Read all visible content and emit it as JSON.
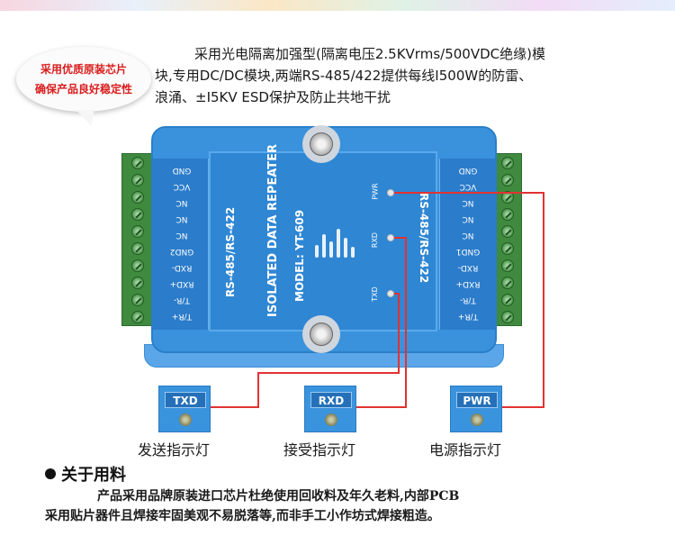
{
  "bubble": {
    "line1": "采用优质原装芯片",
    "line2": "确保产品良好稳定性"
  },
  "intro": {
    "line1": "采用光电隔离加强型(隔离电压2.5KVrms/500VDC绝缘)模",
    "line2": "块,专用DC/DC模块,两端RS-485/422提供每线I500W的防雷、",
    "line3": "浪涌、±I5KV ESD保护及防止共地干扰"
  },
  "module": {
    "left_pins": [
      "GND",
      "VCC",
      "NC",
      "NC",
      "NC",
      "GND2",
      "RXD-",
      "RXD+",
      "T/R-",
      "T/R+"
    ],
    "right_pins": [
      "GND",
      "VCC",
      "NC",
      "NC",
      "NC",
      "GND1",
      "RXD-",
      "RXD+",
      "T/R-",
      "T/R+"
    ],
    "left_interface": "RS-485/RS-422",
    "right_interface": "RS-485/RS-422",
    "title": "ISOLATED DATA REPEATER",
    "model": "MODEL: YT-609",
    "led_pwr": "PWR",
    "led_rxd": "RXD",
    "led_txd": "TXD"
  },
  "indicators": [
    {
      "tag": "TXD",
      "caption": "发送指示灯"
    },
    {
      "tag": "RXD",
      "caption": "接受指示灯"
    },
    {
      "tag": "PWR",
      "caption": "电源指示灯"
    }
  ],
  "materials": {
    "title": "关于用料",
    "line1": "产品采用品牌原装进口芯片杜绝使用回收料及年久老料,内部PCB",
    "line2": "采用贴片器件且焊接牢固美观不易脱落等,而非手工小作坊式焊接粗造。"
  },
  "colors": {
    "module_blue": "#3a92dc",
    "terminal_green": "#3f8a3f",
    "wire_red": "#e23232",
    "bubble_text": "#d91c1c"
  }
}
